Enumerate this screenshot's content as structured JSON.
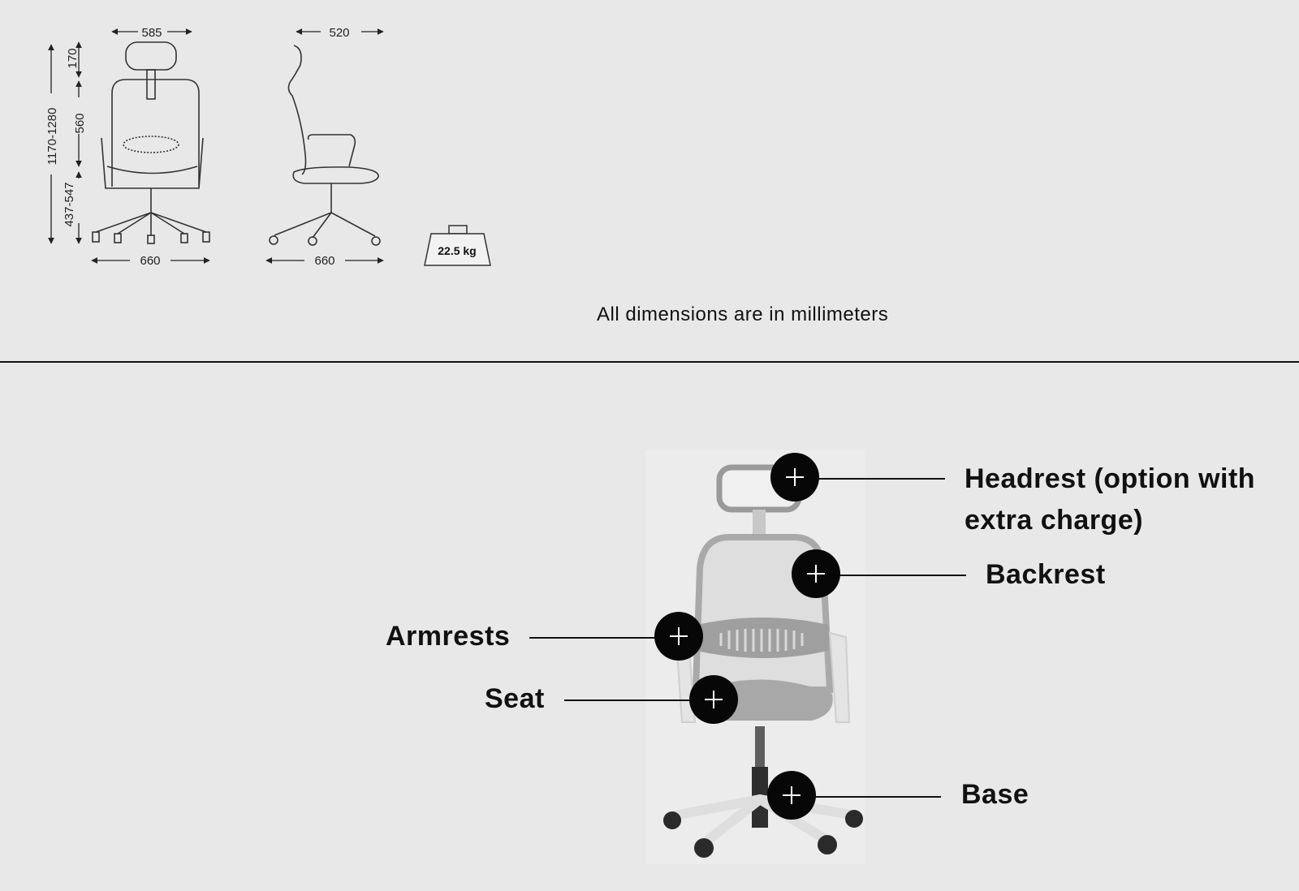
{
  "dimensions": {
    "front_width": "585",
    "side_depth": "520",
    "headrest_height": "170",
    "backrest_height": "560",
    "total_height": "1170-1280",
    "seat_height": "437-547",
    "front_base": "660",
    "side_base": "660",
    "weight": "22.5 kg"
  },
  "note": "All dimensions are in millimeters",
  "hotspots": {
    "headrest": {
      "line1": "Headrest (option with",
      "line2": "extra charge)"
    },
    "backrest": {
      "label": "Backrest"
    },
    "armrests": {
      "label": "Armrests"
    },
    "seat": {
      "label": "Seat"
    },
    "base": {
      "label": "Base"
    }
  },
  "colors": {
    "background": "#e8e8e8",
    "hotspot": "#070707",
    "text": "#111111"
  }
}
